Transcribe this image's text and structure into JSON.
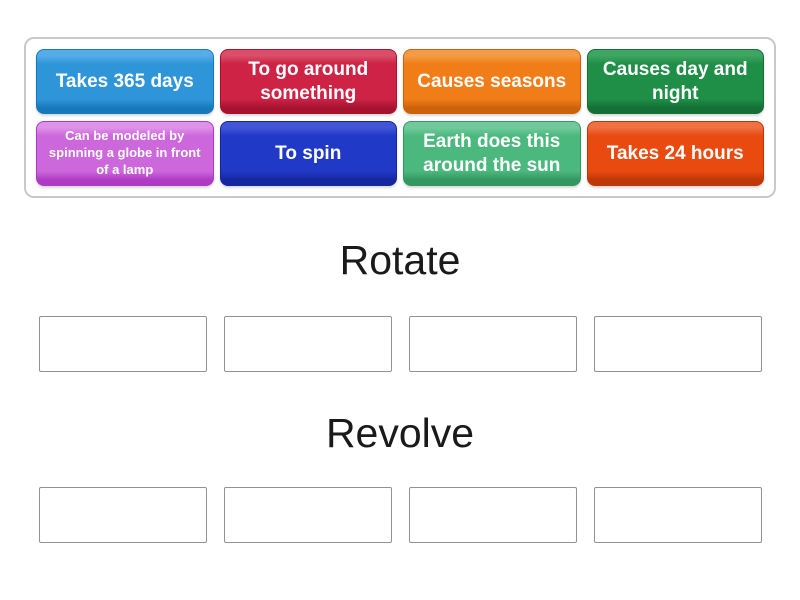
{
  "tray": {
    "tiles": [
      {
        "label": "Takes 365 days",
        "color": "#2E96D8",
        "color_light": "#55ACE6",
        "color_dark": "#1878BC"
      },
      {
        "label": "To go around something",
        "color": "#CE2345",
        "color_light": "#DA4E69",
        "color_dark": "#A6122F"
      },
      {
        "label": "Causes seasons",
        "color": "#F07D17",
        "color_light": "#F59B47",
        "color_dark": "#CB620B"
      },
      {
        "label": "Causes day and night",
        "color": "#1F8F47",
        "color_light": "#3EA562",
        "color_dark": "#136F35"
      },
      {
        "label": "Can be modeled by spinning a globe in front of a lamp",
        "color": "#CD68DC",
        "color_light": "#DE92E9",
        "color_dark": "#AE3BC3"
      },
      {
        "label": "To spin",
        "color": "#2139C7",
        "color_light": "#4155D6",
        "color_dark": "#15279E"
      },
      {
        "label": "Earth does this around the sun",
        "color": "#4BB87D",
        "color_light": "#72CA9C",
        "color_dark": "#349761"
      },
      {
        "label": "Takes 24 hours",
        "color": "#E94A10",
        "color_light": "#EF7040",
        "color_dark": "#BE3708"
      }
    ]
  },
  "groups": [
    {
      "title": "Rotate",
      "slots": 4
    },
    {
      "title": "Revolve",
      "slots": 4
    }
  ]
}
